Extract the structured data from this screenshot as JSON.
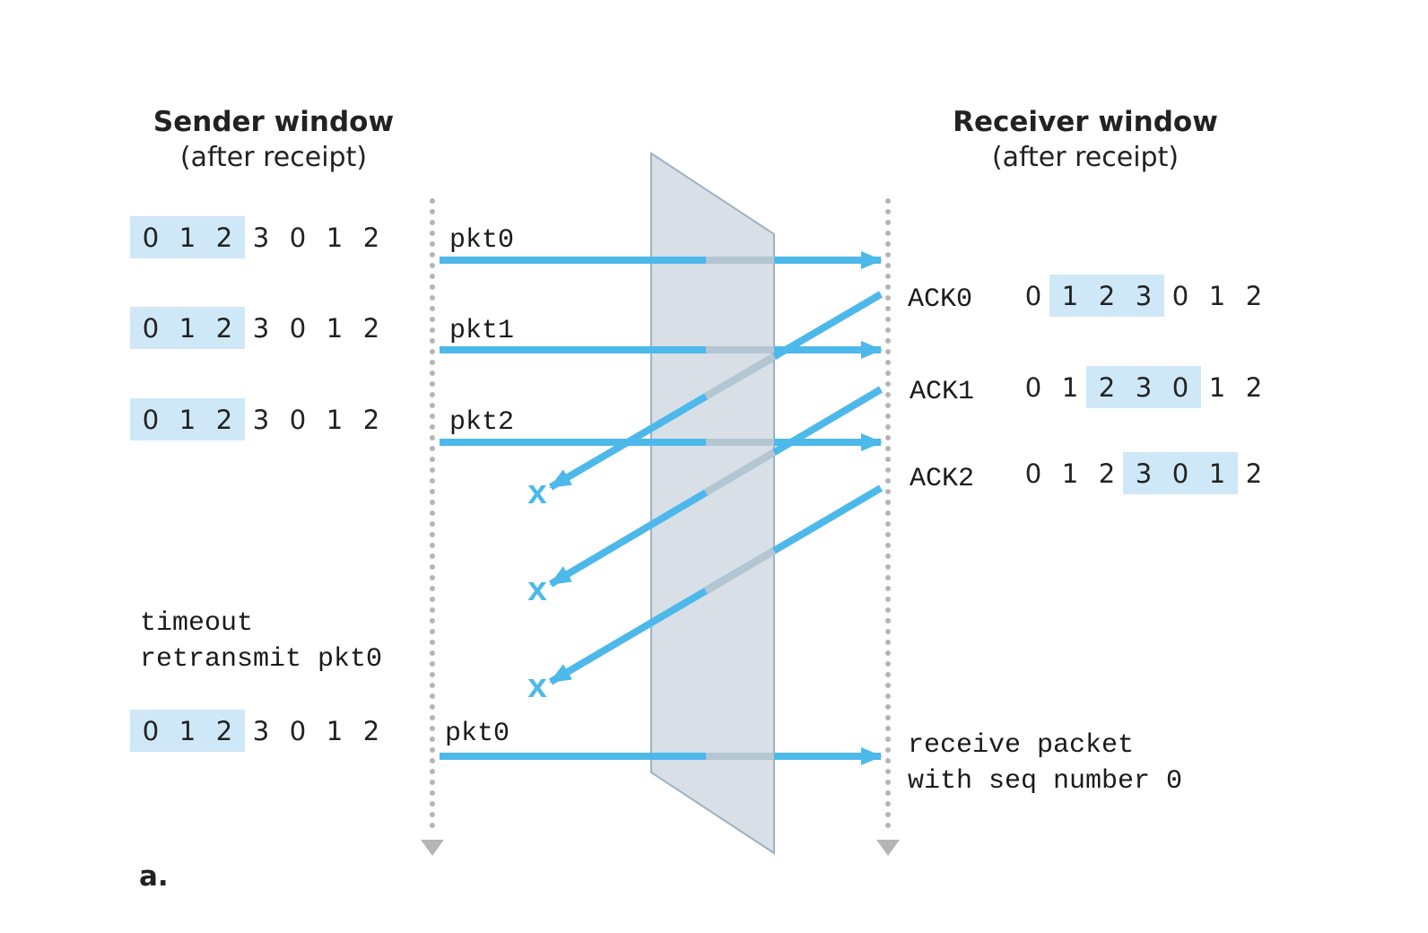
{
  "sender": {
    "title": "Sender window",
    "subtitle": "(after receipt)",
    "rows": [
      {
        "seq": [
          "0",
          "1",
          "2",
          "3",
          "0",
          "1",
          "2"
        ],
        "window_start": 0,
        "window_size": 3,
        "packet": "pkt0"
      },
      {
        "seq": [
          "0",
          "1",
          "2",
          "3",
          "0",
          "1",
          "2"
        ],
        "window_start": 0,
        "window_size": 3,
        "packet": "pkt1"
      },
      {
        "seq": [
          "0",
          "1",
          "2",
          "3",
          "0",
          "1",
          "2"
        ],
        "window_start": 0,
        "window_size": 3,
        "packet": "pkt2"
      },
      {
        "seq": [
          "0",
          "1",
          "2",
          "3",
          "0",
          "1",
          "2"
        ],
        "window_start": 0,
        "window_size": 3,
        "packet": "pkt0"
      }
    ],
    "timeout_line1": "timeout",
    "timeout_line2": "retransmit pkt0"
  },
  "receiver": {
    "title": "Receiver window",
    "subtitle": "(after receipt)",
    "rows": [
      {
        "ack": "ACK0",
        "seq": [
          "0",
          "1",
          "2",
          "3",
          "0",
          "1",
          "2"
        ],
        "window_start": 1,
        "window_size": 3
      },
      {
        "ack": "ACK1",
        "seq": [
          "0",
          "1",
          "2",
          "3",
          "0",
          "1",
          "2"
        ],
        "window_start": 2,
        "window_size": 3
      },
      {
        "ack": "ACK2",
        "seq": [
          "0",
          "1",
          "2",
          "3",
          "0",
          "1",
          "2"
        ],
        "window_start": 3,
        "window_size": 3
      }
    ],
    "receive_line1": "receive packet",
    "receive_line2": "with seq number 0"
  },
  "lost_marker": "x",
  "figure_label": "a.",
  "colors": {
    "arrow": "#4db8ea",
    "window_highlight": "#cfe8f7",
    "timeline_dots": "#b5b5b5",
    "channel_panel": "#d8dfe6",
    "channel_edge": "#9fb1c1",
    "arrow_through_panel": "#b4c6d2"
  }
}
